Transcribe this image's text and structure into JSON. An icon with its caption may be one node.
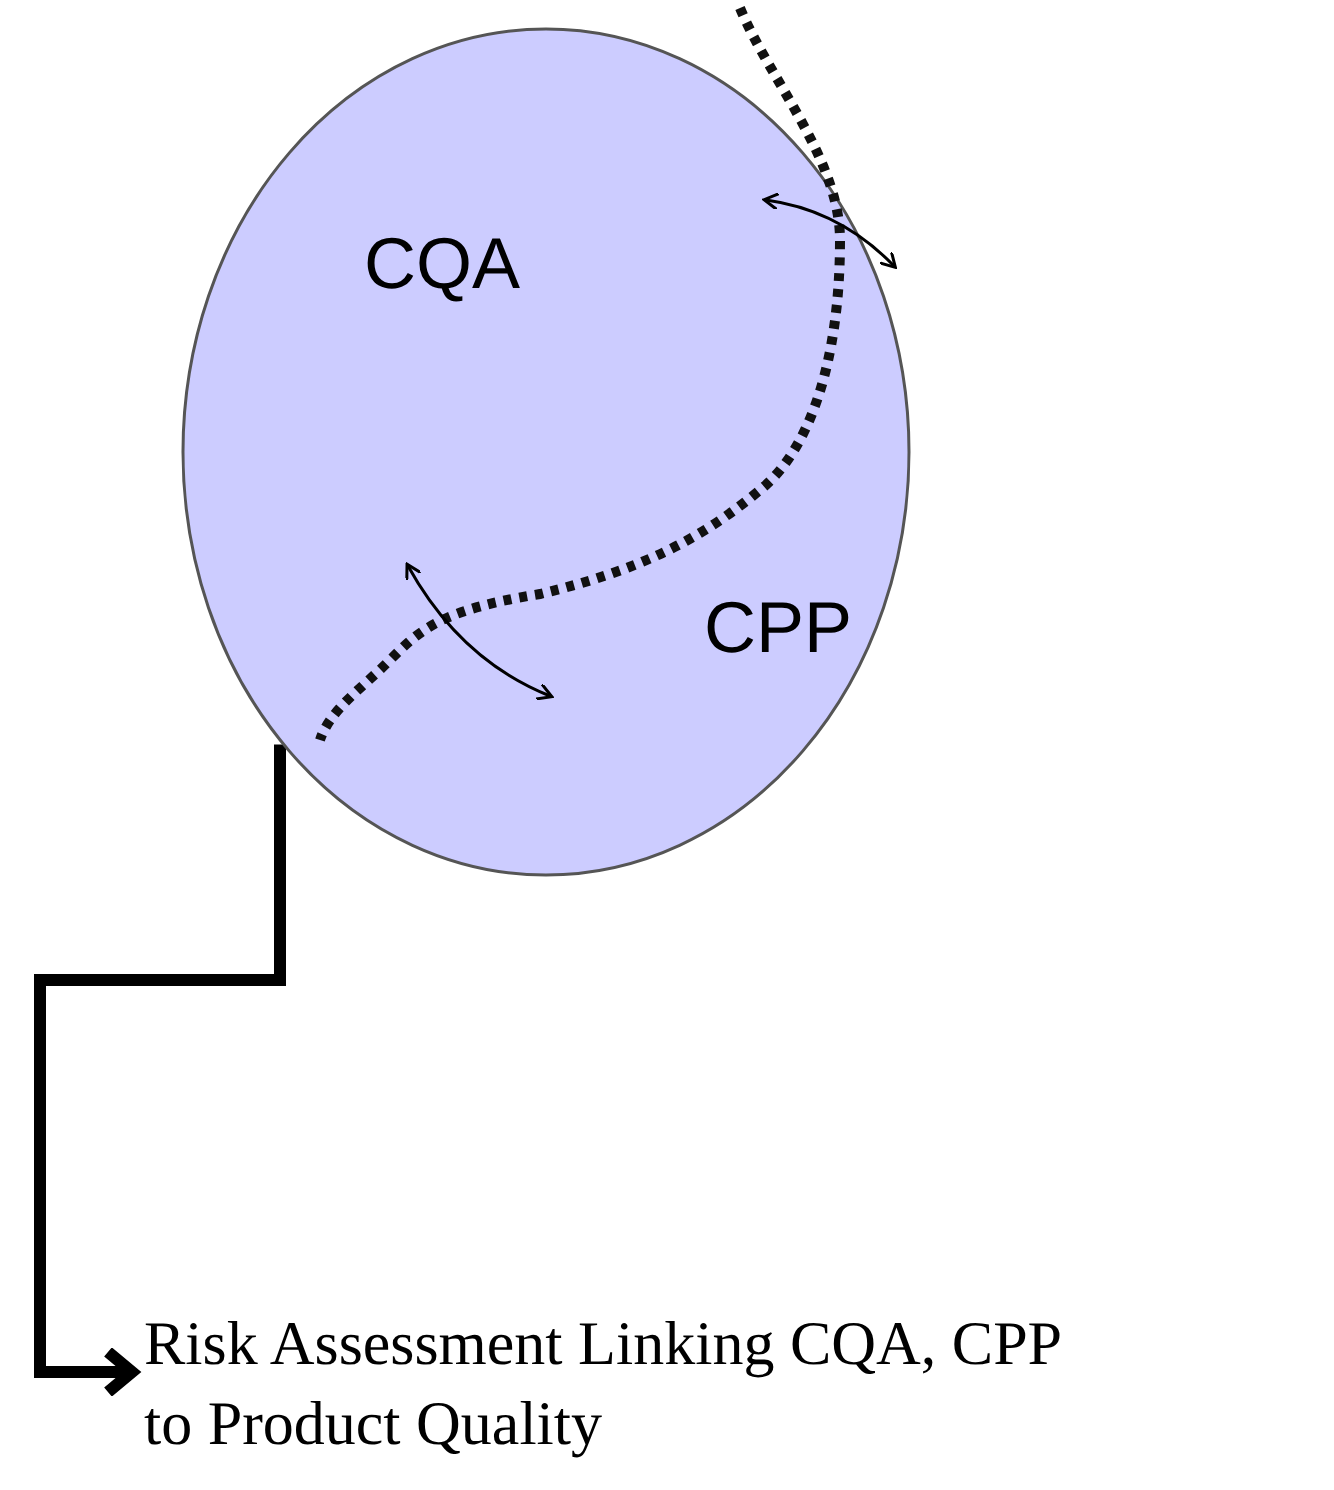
{
  "diagram": {
    "nodes": [
      {
        "text": [
          "CQA",
          "CPP"
        ]
      },
      {
        "text": [
          "Risk Assessment Linking CQA, CPP to Product Quality"
        ]
      }
    ],
    "edges": [
      {
        "from": 0,
        "to": 1,
        "arrow": "to"
      }
    ]
  }
}
